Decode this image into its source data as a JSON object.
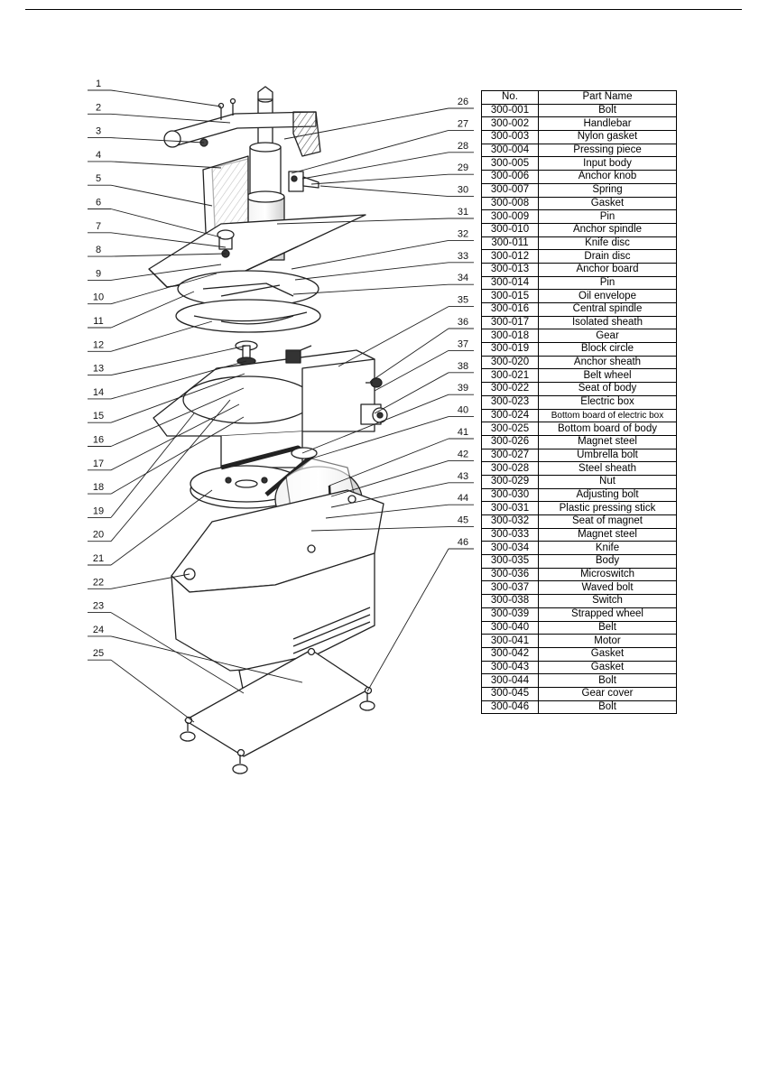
{
  "diagram": {
    "callouts_left": [
      "1",
      "2",
      "3",
      "4",
      "5",
      "6",
      "7",
      "8",
      "9",
      "10",
      "11",
      "12",
      "13",
      "14",
      "15",
      "16",
      "17",
      "18",
      "19",
      "20",
      "21",
      "22",
      "23",
      "24",
      "25"
    ],
    "callouts_right": [
      "26",
      "27",
      "28",
      "29",
      "30",
      "31",
      "32",
      "33",
      "34",
      "35",
      "36",
      "37",
      "38",
      "39",
      "40",
      "41",
      "42",
      "43",
      "44",
      "45",
      "46"
    ]
  },
  "parts_table": {
    "headers": {
      "no": "No.",
      "name": "Part Name"
    },
    "rows": [
      {
        "no": "300-001",
        "name": "Bolt"
      },
      {
        "no": "300-002",
        "name": "Handlebar"
      },
      {
        "no": "300-003",
        "name": "Nylon gasket"
      },
      {
        "no": "300-004",
        "name": "Pressing piece"
      },
      {
        "no": "300-005",
        "name": "Input body"
      },
      {
        "no": "300-006",
        "name": "Anchor knob"
      },
      {
        "no": "300-007",
        "name": "Spring"
      },
      {
        "no": "300-008",
        "name": "Gasket"
      },
      {
        "no": "300-009",
        "name": "Pin"
      },
      {
        "no": "300-010",
        "name": "Anchor spindle"
      },
      {
        "no": "300-011",
        "name": "Knife disc"
      },
      {
        "no": "300-012",
        "name": "Drain disc"
      },
      {
        "no": "300-013",
        "name": "Anchor board"
      },
      {
        "no": "300-014",
        "name": "Pin"
      },
      {
        "no": "300-015",
        "name": "Oil envelope"
      },
      {
        "no": "300-016",
        "name": "Central spindle"
      },
      {
        "no": "300-017",
        "name": "Isolated sheath"
      },
      {
        "no": "300-018",
        "name": "Gear"
      },
      {
        "no": "300-019",
        "name": "Block circle"
      },
      {
        "no": "300-020",
        "name": "Anchor sheath"
      },
      {
        "no": "300-021",
        "name": "Belt wheel"
      },
      {
        "no": "300-022",
        "name": "Seat of body"
      },
      {
        "no": "300-023",
        "name": "Electric box"
      },
      {
        "no": "300-024",
        "name": "Bottom board of electric box"
      },
      {
        "no": "300-025",
        "name": "Bottom board of body"
      },
      {
        "no": "300-026",
        "name": "Magnet steel"
      },
      {
        "no": "300-027",
        "name": "Umbrella bolt"
      },
      {
        "no": "300-028",
        "name": "Steel sheath"
      },
      {
        "no": "300-029",
        "name": "Nut"
      },
      {
        "no": "300-030",
        "name": "Adjusting bolt"
      },
      {
        "no": "300-031",
        "name": "Plastic pressing stick"
      },
      {
        "no": "300-032",
        "name": "Seat of magnet"
      },
      {
        "no": "300-033",
        "name": "Magnet steel"
      },
      {
        "no": "300-034",
        "name": "Knife"
      },
      {
        "no": "300-035",
        "name": "Body"
      },
      {
        "no": "300-036",
        "name": "Microswitch"
      },
      {
        "no": "300-037",
        "name": "Waved bolt"
      },
      {
        "no": "300-038",
        "name": "Switch"
      },
      {
        "no": "300-039",
        "name": "Strapped wheel"
      },
      {
        "no": "300-040",
        "name": "Belt"
      },
      {
        "no": "300-041",
        "name": "Motor"
      },
      {
        "no": "300-042",
        "name": "Gasket"
      },
      {
        "no": "300-043",
        "name": "Gasket"
      },
      {
        "no": "300-044",
        "name": "Bolt"
      },
      {
        "no": "300-045",
        "name": "Gear cover"
      },
      {
        "no": "300-046",
        "name": "Bolt"
      }
    ]
  }
}
